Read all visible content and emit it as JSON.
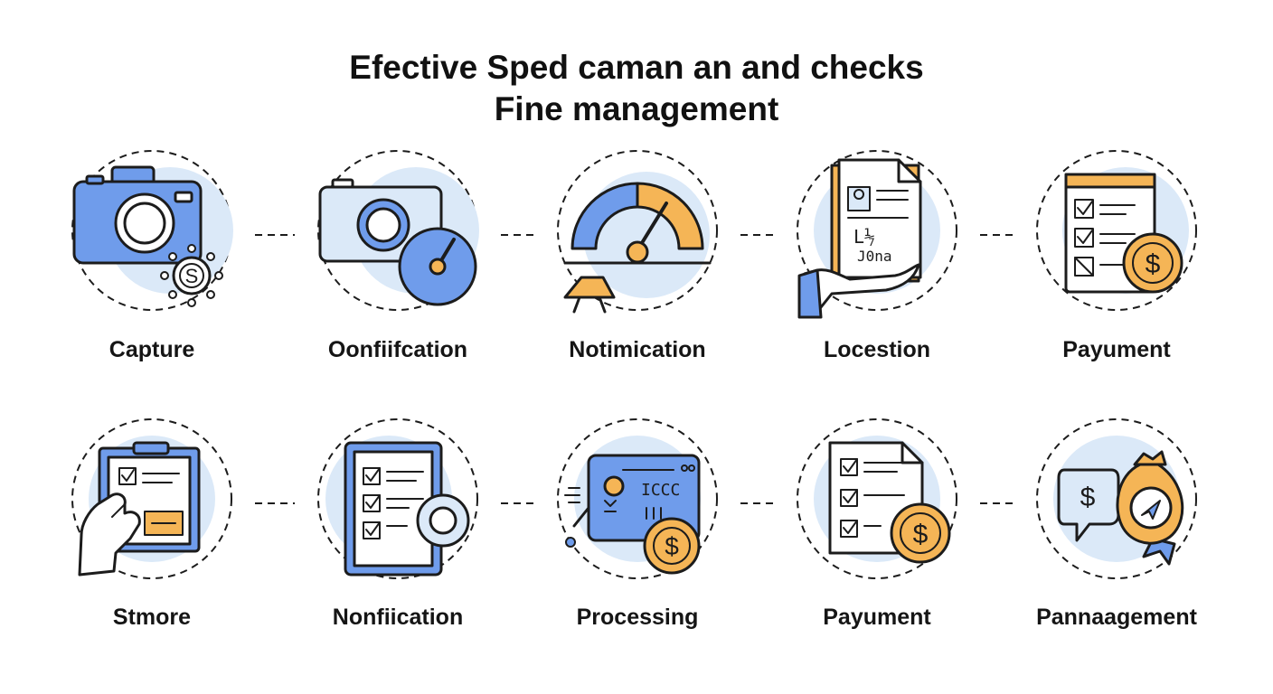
{
  "title": {
    "line1": "Efective Sped caman an and checks",
    "line2": "Fine management"
  },
  "colors": {
    "blue": "#6f9ceb",
    "light_blue": "#dbe9f8",
    "orange": "#f5b556",
    "stroke": "#1c1c1c"
  },
  "rows": [
    {
      "steps": [
        {
          "label": "Capture",
          "icon": "camera-coin-icon"
        },
        {
          "label": "Oonfiifcation",
          "icon": "camera-gauge-icon"
        },
        {
          "label": "Notimication",
          "icon": "speedometer-icon"
        },
        {
          "label": "Locestion",
          "icon": "document-hand-icon"
        },
        {
          "label": "Payument",
          "icon": "checklist-coin-icon"
        }
      ]
    },
    {
      "steps": [
        {
          "label": "Stmore",
          "icon": "clipboard-hand-icon"
        },
        {
          "label": "Nonfiication",
          "icon": "checklist-badge-icon"
        },
        {
          "label": "Processing",
          "icon": "card-coin-icon"
        },
        {
          "label": "Payument",
          "icon": "document-coin-icon"
        },
        {
          "label": "Pannaagement",
          "icon": "moneybag-chat-icon"
        }
      ]
    }
  ],
  "icon_text": {
    "document_scribble_1": "L⅐",
    "document_scribble_2": "J0na",
    "card_code": "ICCC"
  }
}
